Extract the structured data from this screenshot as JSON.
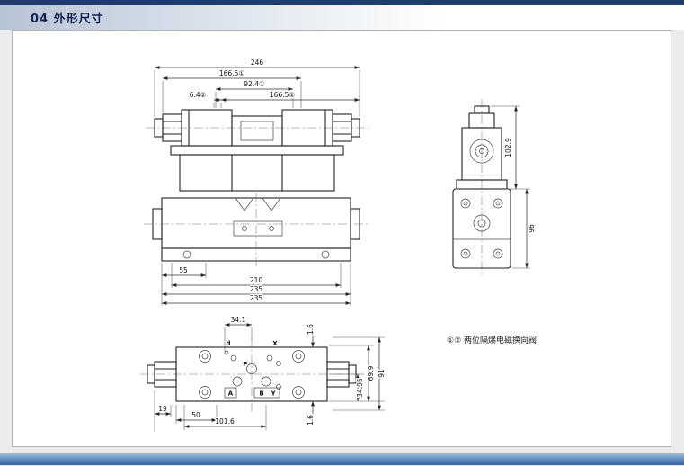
{
  "header": {
    "section_number": "04",
    "title": "外形尺寸"
  },
  "note": {
    "text": "①② 两位隔爆电磁换向阀"
  },
  "front_view": {
    "dims": {
      "total_width": "246",
      "width_1": "166.5①",
      "width_2": "92.4①",
      "offset_2": "6.4②",
      "width_3": "166.5②",
      "port_offset": "55",
      "body_width": "210",
      "base_width_upper": "235",
      "base_width_lower": "235"
    }
  },
  "side_view": {
    "dims": {
      "solenoid_height": "102.9",
      "body_height": "96"
    }
  },
  "top_view": {
    "dims": {
      "hole_offset": "34.1",
      "edge_top": "1.6",
      "height_center": "34.95",
      "height_mid": "69.9",
      "height_total": "91",
      "edge_bottom": "1.6",
      "offset_19": "19",
      "offset_50": "50",
      "bolt_spacing": "101.6"
    },
    "ports": {
      "d": "d",
      "x": "X",
      "p": "P",
      "a": "A",
      "b": "B",
      "y": "Y"
    }
  }
}
